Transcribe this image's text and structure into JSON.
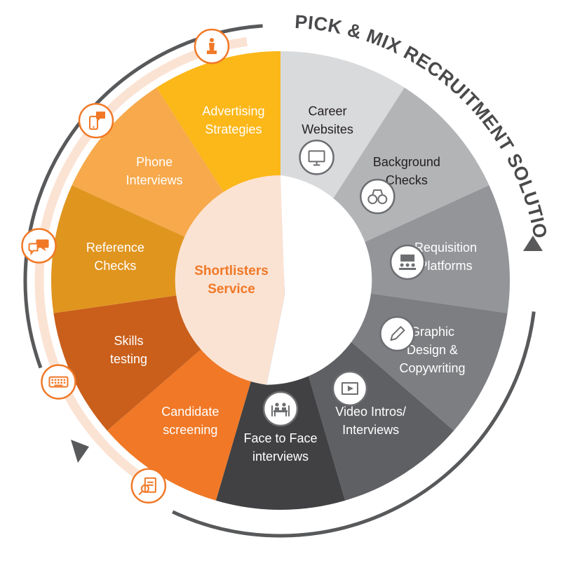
{
  "title": "PICK & MIX RECRUITMENT SOLUTIONS",
  "center": {
    "lines": [
      "Shortlisters",
      "Service"
    ]
  },
  "colors": {
    "center_fill": "#fbe3d4",
    "center_text": "#f07826",
    "title_text": "#4a4a4c",
    "ring_arrow": "#58595b",
    "icon_orange": "#f07826",
    "icon_gray": "#6d6e71"
  },
  "segments": [
    {
      "id": "career-websites",
      "lines": [
        "Career",
        "Websites"
      ],
      "color": "#d9dadb",
      "text_color": "#231f20",
      "icon": "monitor-icon"
    },
    {
      "id": "background-checks",
      "lines": [
        "Background",
        "Checks"
      ],
      "color": "#b3b4b6",
      "text_color": "#231f20",
      "icon": "handcuffs-icon"
    },
    {
      "id": "requisition-platforms",
      "lines": [
        "Requisition",
        "Platforms"
      ],
      "color": "#939598",
      "text_color": "#ffffff",
      "icon": "presentation-icon"
    },
    {
      "id": "graphic-design",
      "lines": [
        "Graphic",
        "Design &",
        "Copywriting"
      ],
      "color": "#7d7e81",
      "text_color": "#ffffff",
      "icon": "pencil-icon"
    },
    {
      "id": "video-intros",
      "lines": [
        "Video Intros/",
        "Interviews"
      ],
      "color": "#5f6063",
      "text_color": "#ffffff",
      "icon": "video-icon"
    },
    {
      "id": "face-to-face",
      "lines": [
        "Face to Face",
        "interviews"
      ],
      "color": "#414143",
      "text_color": "#ffffff",
      "icon": "meeting-icon"
    },
    {
      "id": "candidate-screening",
      "lines": [
        "Candidate",
        "screening"
      ],
      "color": "#f07826",
      "text_color": "#ffffff",
      "icon": "document-search-icon"
    },
    {
      "id": "skills-testing",
      "lines": [
        "Skills",
        "testing"
      ],
      "color": "#c95f1b",
      "text_color": "#ffffff",
      "icon": "keyboard-icon"
    },
    {
      "id": "reference-checks",
      "lines": [
        "Reference",
        "Checks"
      ],
      "color": "#e0951f",
      "text_color": "#ffffff",
      "icon": "speech-bubbles-icon"
    },
    {
      "id": "phone-interviews",
      "lines": [
        "Phone",
        "Interviews"
      ],
      "color": "#f7a94b",
      "text_color": "#ffffff",
      "icon": "phone-chat-icon"
    },
    {
      "id": "advertising-strategies",
      "lines": [
        "Advertising",
        "Strategies"
      ],
      "color": "#fcb718",
      "text_color": "#ffffff",
      "icon": "chess-piece-icon"
    }
  ]
}
